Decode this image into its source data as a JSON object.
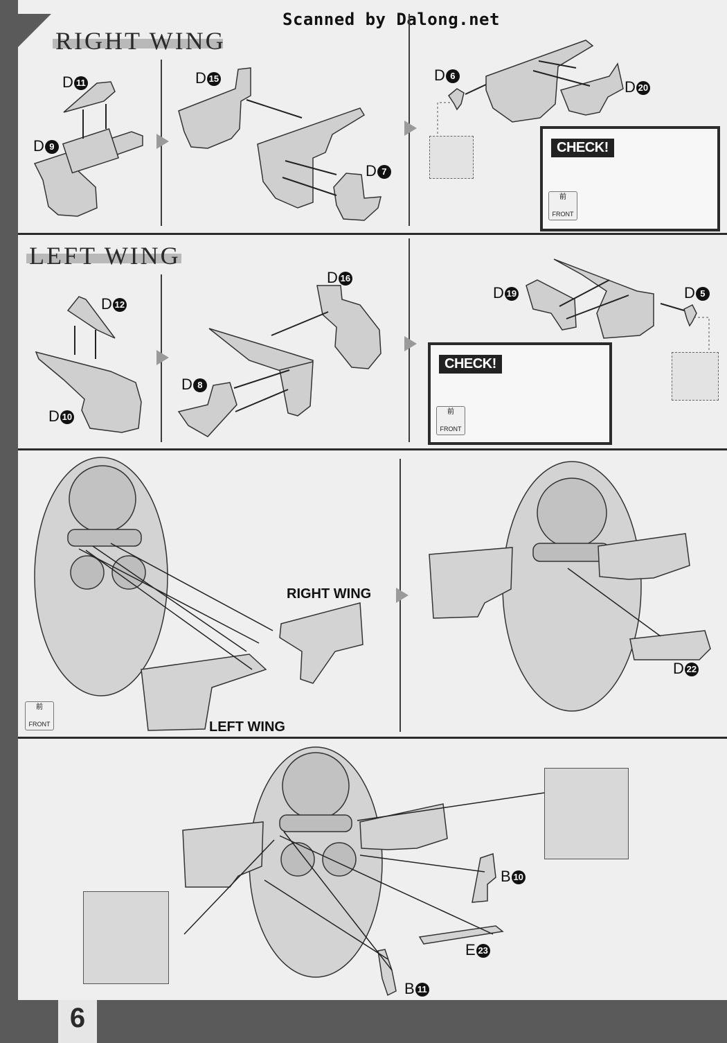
{
  "scan_credit": "Scanned by Dalong.net",
  "page_number": "6",
  "right_wing": {
    "title": "RIGHT WING",
    "parts": {
      "d11": {
        "code": "D",
        "num": "11"
      },
      "d9": {
        "code": "D",
        "num": "9"
      },
      "d15": {
        "code": "D",
        "num": "15"
      },
      "d7": {
        "code": "D",
        "num": "7"
      },
      "d6": {
        "code": "D",
        "num": "6"
      },
      "d20": {
        "code": "D",
        "num": "20"
      }
    },
    "check": {
      "label": "CHECK!",
      "front_kanji": "前",
      "front_text": "FRONT"
    }
  },
  "left_wing": {
    "title": "LEFT WING",
    "parts": {
      "d12": {
        "code": "D",
        "num": "12"
      },
      "d10": {
        "code": "D",
        "num": "10"
      },
      "d16": {
        "code": "D",
        "num": "16"
      },
      "d8": {
        "code": "D",
        "num": "8"
      },
      "d19": {
        "code": "D",
        "num": "19"
      },
      "d5": {
        "code": "D",
        "num": "5"
      }
    },
    "check": {
      "label": "CHECK!",
      "front_kanji": "前",
      "front_text": "FRONT"
    }
  },
  "assembly": {
    "right_wing_label": "RIGHT WING",
    "left_wing_label": "LEFT WING",
    "front_kanji": "前",
    "front_text": "FRONT",
    "d22": {
      "code": "D",
      "num": "22"
    }
  },
  "final": {
    "b10": {
      "code": "B",
      "num": "10"
    },
    "e23": {
      "code": "E",
      "num": "23"
    },
    "b11": {
      "code": "B",
      "num": "11"
    }
  }
}
